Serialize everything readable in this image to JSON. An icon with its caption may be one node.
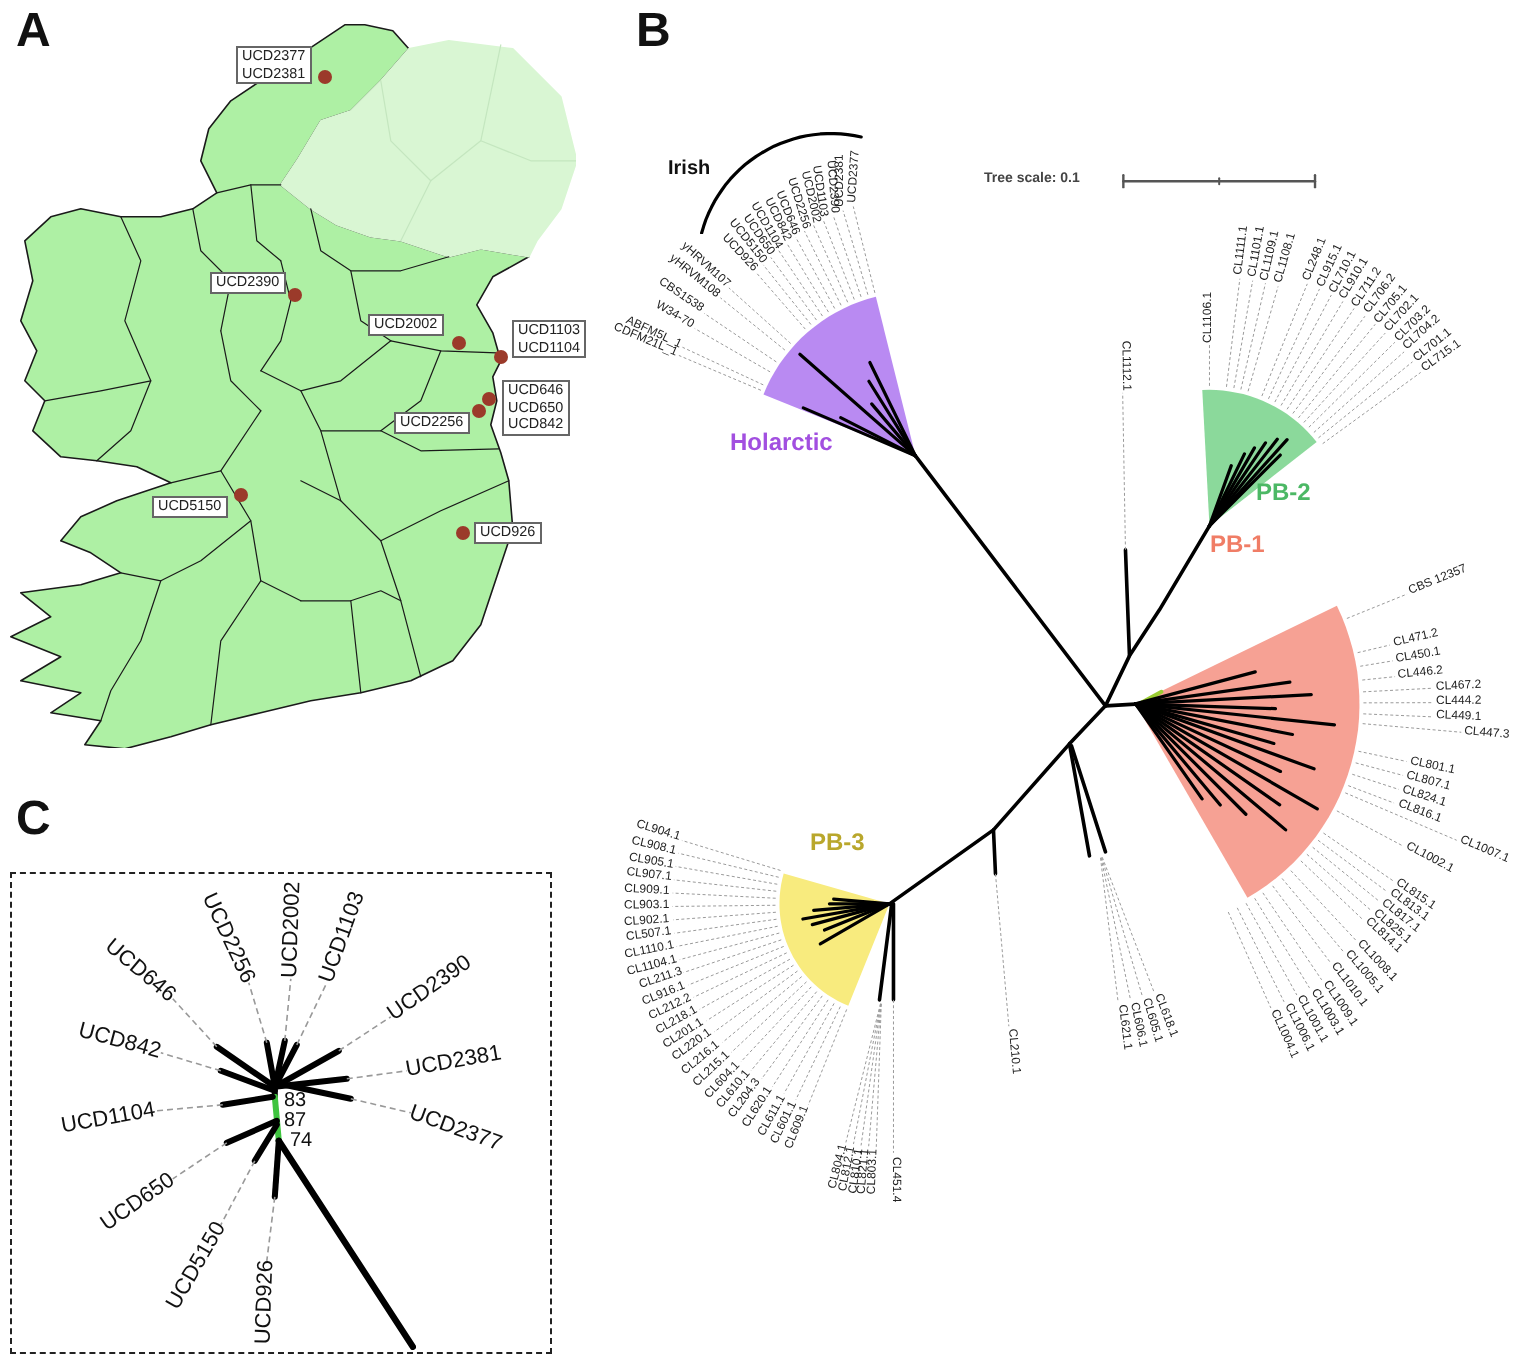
{
  "diagram": {
    "nodes": [
      {
        "text": [
          "UCD2377",
          "UCD2381"
        ]
      },
      {
        "text": [
          "UCD2390"
        ]
      },
      {
        "text": [
          "UCD2002"
        ]
      },
      {
        "text": [
          "UCD1103",
          "UCD1104"
        ]
      },
      {
        "text": [
          "UCD2256"
        ]
      },
      {
        "text": [
          "UCD646",
          "UCD650",
          "UCD842"
        ]
      },
      {
        "text": [
          "UCD5150"
        ]
      },
      {
        "text": [
          "UCD926"
        ]
      }
    ],
    "labels": [
      "A",
      "B",
      "Irish",
      "Tree scale: 0.1",
      "CDFM21L_1",
      "ABFM5L_1",
      "W34-70",
      "CBS1538",
      "yHRVM108",
      "yHRVM107",
      "UCD926",
      "UCD5150",
      "UCD650",
      "UCD1104",
      "UCD842",
      "UCD646",
      "UCD2256",
      "UCD2002",
      "UCD1103",
      "UCD2390",
      "UCD2381",
      "UCD2377",
      "Holarctic",
      "CL1112.1",
      "CL1106.1",
      "CL1111.1",
      "CL1101.1",
      "CL1109.1",
      "CL1108.1",
      "CL248.1",
      "CL915.1",
      "CL710.1",
      "CL910.1",
      "CL711.2",
      "CL706.2",
      "CL705.1",
      "CL702.1",
      "CL703.2",
      "CL704.2",
      "CL701.1",
      "CL715.1",
      "PB-2",
      "PB-1",
      "CL904.1",
      "CL908.1",
      "CL905.1",
      "PB-3",
      "CL907.1",
      "CL909.1",
      "CL903.1",
      "CL902.1",
      "CL507.1",
      "CL1110.1",
      "CL1104.1",
      "CL211.3",
      "CL916.1",
      "CL212.2",
      "CL218.1",
      "CL201.1",
      "CL220.1",
      "CL216.1",
      "CL215.1",
      "CL604.1",
      "CL610.1",
      "CL204.3",
      "CL620.1",
      "CL611.1",
      "CL601.1",
      "CL609.1",
      "CL804.1",
      "CL812.1",
      "CL810.1",
      "CL821.1",
      "CL803.1",
      "CL451.4",
      "CL210.1",
      "CL621.1",
      "CL606.1",
      "CL605.1",
      "CL618.1",
      "CBS 12357",
      "CL471.2",
      "CL450.1",
      "CL446.2",
      "CL467.2",
      "CL444.2",
      "CL449.1",
      "CL447.3",
      "CL801.1",
      "CL807.1",
      "CL824.1",
      "CL816.1",
      "CL1002.1",
      "CL1007.1",
      "CL815.1",
      "CL813.1",
      "CL817.1",
      "CL825.1",
      "CL814.1",
      "CL1008.1",
      "CL1005.1",
      "CL1010.1",
      "CL1009.1",
      "CL1003.1",
      "CL1001.1",
      "CL1006.1",
      "CL1004.1",
      "C",
      "UCD842",
      "UCD646",
      "UCD2256",
      "UCD2002",
      "UCD1103",
      "UCD2390",
      "UCD1104",
      "UCD2381",
      "UCD650",
      "UCD5150",
      "UCD926",
      "83",
      "87",
      "74",
      "UCD2377"
    ]
  }
}
